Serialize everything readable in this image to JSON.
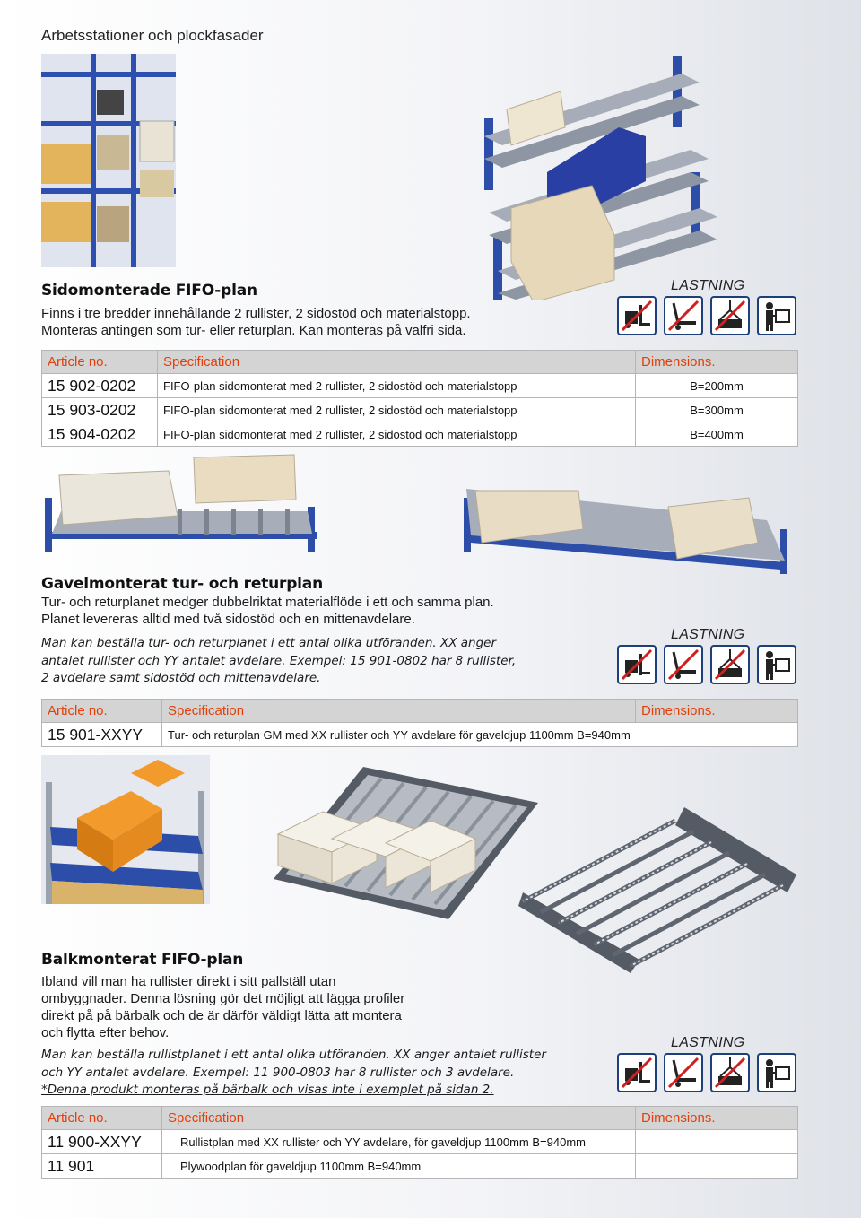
{
  "header": {
    "title": "Arbetsstationer och plockfasader"
  },
  "section1": {
    "title": "Sidomonterade FIFO-plan",
    "lines": [
      "Finns i tre bredder innehållande 2 rullister, 2 sidostöd och materialstopp.",
      "Monteras antingen som tur- eller returplan. Kan monteras på valfri sida."
    ],
    "lastning": "LASTNING",
    "table": {
      "headers": {
        "article": "Article no.",
        "spec": "Specification",
        "dim": "Dimensions."
      },
      "rows": [
        {
          "article": "15 902-0202",
          "spec": "FIFO-plan sidomonterat med 2 rullister, 2 sidostöd och materialstopp",
          "dim": "B=200mm"
        },
        {
          "article": "15 903-0202",
          "spec": "FIFO-plan sidomonterat med 2 rullister, 2 sidostöd och materialstopp",
          "dim": "B=300mm"
        },
        {
          "article": "15 904-0202",
          "spec": "FIFO-plan sidomonterat med 2 rullister, 2 sidostöd och materialstopp",
          "dim": "B=400mm"
        }
      ]
    }
  },
  "section2": {
    "title": "Gavelmonterat tur- och returplan",
    "lines": [
      "Tur- och returplanet medger dubbelriktat materialflöde i ett och samma plan.",
      "Planet levereras alltid med två sidostöd och en mittenavdelare."
    ],
    "italic": [
      "Man kan beställa tur- och returplanet i ett antal olika utföranden. XX anger",
      "antalet rullister och YY antalet avdelare. Exempel: 15 901-0802 har 8 rullister,",
      "2 avdelare samt sidostöd och mittenavdelare."
    ],
    "lastning": "LASTNING",
    "table": {
      "headers": {
        "article": "Article no.",
        "spec": "Specification",
        "dim": "Dimensions."
      },
      "rows": [
        {
          "article": "15 901-XXYY",
          "spec": "Tur- och returplan GM med XX rullister och YY avdelare för gaveldjup 1100mm  B=940mm"
        }
      ]
    }
  },
  "section3": {
    "title": "Balkmonterat FIFO-plan",
    "lines": [
      "Ibland vill man ha rullister direkt i sitt pallställ utan",
      "ombyggnader. Denna lösning gör det möjligt att lägga profiler",
      "direkt på på bärbalk och de är därför väldigt lätta att montera",
      "och flytta efter behov."
    ],
    "italic": [
      "Man kan beställa rullistplanet i ett antal olika utföranden. XX anger antalet rullister",
      "och YY antalet avdelare. Exempel: 11 900-0803 har 8 rullister och 3 avdelare."
    ],
    "note": "*Denna produkt monteras på bärbalk och visas inte i exemplet på sidan 2.",
    "lastning": "LASTNING",
    "table": {
      "headers": {
        "article": "Article no.",
        "spec": "Specification",
        "dim": "Dimensions."
      },
      "rows": [
        {
          "article": "11 900-XXYY",
          "spec": "Rullistplan med XX rullister och YY avdelare, för gaveldjup 1100mm  B=940mm"
        },
        {
          "article": "11 901",
          "spec": "Plywoodplan för gaveldjup 1100mm  B=940mm"
        }
      ]
    }
  },
  "icons": [
    "no-forklift-icon",
    "no-pallet-jack-icon",
    "no-crane-icon",
    "manual-handling-icon"
  ],
  "colors": {
    "accent": "#e2400a",
    "table_header": "#d4d4d4",
    "icon_border": "#1d3f7a"
  }
}
